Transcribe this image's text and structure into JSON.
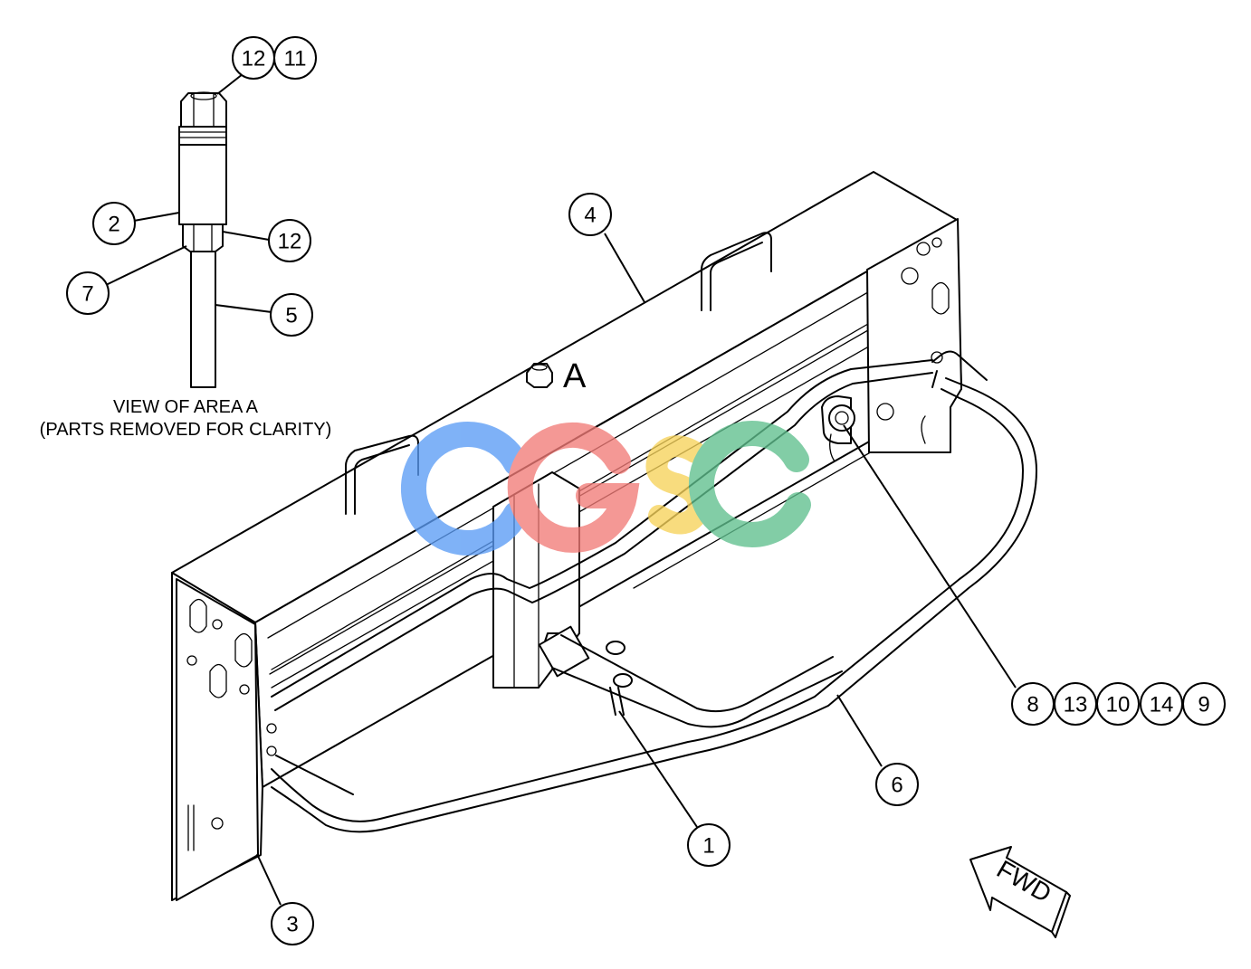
{
  "view": {
    "caption_line1": "VIEW OF AREA A",
    "caption_line2": "(PARTS REMOVED FOR CLARITY)",
    "area_label": "A"
  },
  "direction_arrow": {
    "label": "FWD"
  },
  "watermark": {
    "text": "CGSC",
    "colors": [
      "#5b9cf5",
      "#f27c78",
      "#f7d35a",
      "#5fbf8e"
    ]
  },
  "callouts": [
    {
      "id": "c-12-top",
      "label": "12"
    },
    {
      "id": "c-11",
      "label": "11"
    },
    {
      "id": "c-2",
      "label": "2"
    },
    {
      "id": "c-12-mid",
      "label": "12"
    },
    {
      "id": "c-7",
      "label": "7"
    },
    {
      "id": "c-5",
      "label": "5"
    },
    {
      "id": "c-4",
      "label": "4"
    },
    {
      "id": "c-8",
      "label": "8"
    },
    {
      "id": "c-13",
      "label": "13"
    },
    {
      "id": "c-10",
      "label": "10"
    },
    {
      "id": "c-14",
      "label": "14"
    },
    {
      "id": "c-9",
      "label": "9"
    },
    {
      "id": "c-6",
      "label": "6"
    },
    {
      "id": "c-1",
      "label": "1"
    },
    {
      "id": "c-3",
      "label": "3"
    }
  ]
}
